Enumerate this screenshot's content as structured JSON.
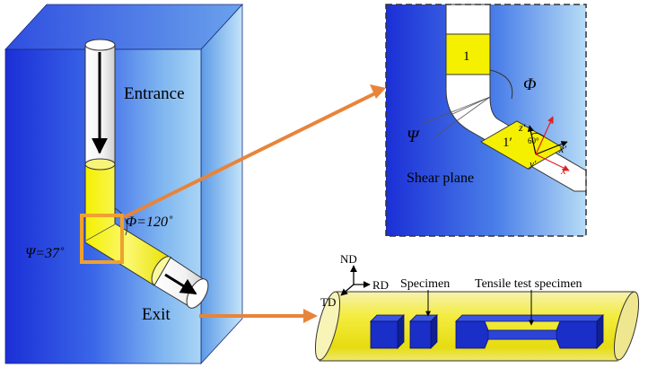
{
  "die": {
    "entrance_label": "Entrance",
    "exit_label": "Exit",
    "phi_label": "Φ=120˚",
    "psi_label": "Ψ=37˚"
  },
  "zoom": {
    "element_label": "1",
    "element_sheared_label": "1′",
    "phi_symbol": "Φ",
    "psi_symbol": "Ψ",
    "shear_plane_label": "Shear plane",
    "angle_label": "60°",
    "axes": {
      "z_prime": "z′",
      "x_prime": "x′",
      "y_prime": "y′",
      "z": "z",
      "x": "x"
    }
  },
  "billet": {
    "nd_label": "ND",
    "rd_label": "RD",
    "td_label": "TD",
    "specimen_label": "Specimen",
    "tensile_label": "Tensile test specimen"
  },
  "colors": {
    "die_blue": "#1a2fd8",
    "die_light": "#a8d4f4",
    "channel_yellow": "#f5f000",
    "arrow_orange": "#e8843a",
    "box_orange": "#f0a030",
    "specimen_blue": "#1a2ec8",
    "axis_red": "#e02020"
  }
}
